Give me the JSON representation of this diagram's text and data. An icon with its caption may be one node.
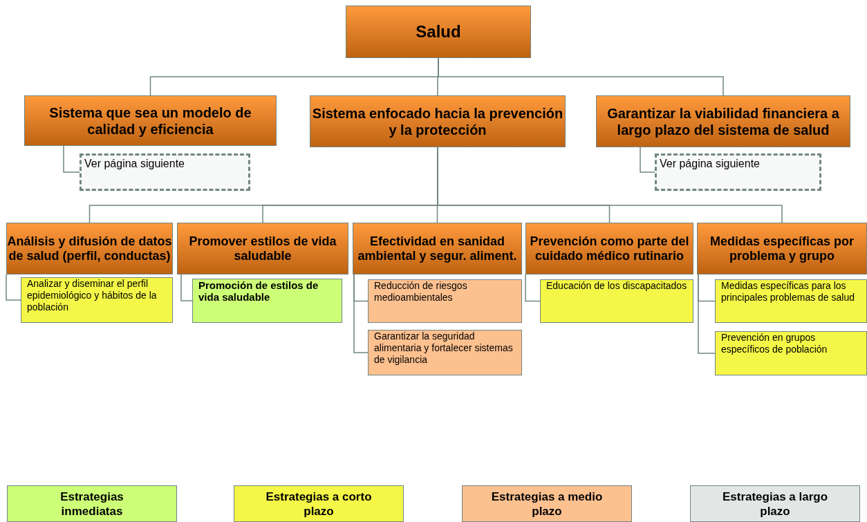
{
  "diagram": {
    "nodes": [
      {
        "text": [
          "Salud"
        ]
      },
      {
        "text": [
          "Sistema que sea un modelo de calidad y eficiencia"
        ]
      },
      {
        "text": [
          "Sistema enfocado hacia la prevención y la protección"
        ]
      },
      {
        "text": [
          "Garantizar la viabilidad financiera a largo plazo del sistema de salud"
        ]
      },
      {
        "text": [
          "Ver página siguiente"
        ]
      },
      {
        "text": [
          "Ver página siguiente"
        ]
      },
      {
        "text": [
          "Análisis y difusión de datos de salud (perfil, conductas)"
        ]
      },
      {
        "text": [
          "Promover estilos de vida saludable"
        ]
      },
      {
        "text": [
          "Efectividad en sanidad ambiental y segur. aliment."
        ]
      },
      {
        "text": [
          "Prevención como parte del cuidado médico rutinario"
        ]
      },
      {
        "text": [
          "Medidas específicas por problema y grupo"
        ]
      },
      {
        "text": [
          "Analizar y diseminar el perfil epidemiológico y hábitos de la población"
        ]
      },
      {
        "text": [
          "Promoción de estilos de vida saludable"
        ]
      },
      {
        "text": [
          "Reducción de riesgos medioambientales"
        ]
      },
      {
        "text": [
          "Garantizar la seguridad alimentaria y fortalecer sistemas de vigilancia"
        ]
      },
      {
        "text": [
          "Educación de los discapacitados"
        ]
      },
      {
        "text": [
          "Medidas específicas para los principales problemas de salud"
        ]
      },
      {
        "text": [
          "Prevención en grupos específicos de población"
        ]
      }
    ],
    "edges": [
      {
        "from": 0,
        "to": 1,
        "arrow": "none"
      },
      {
        "from": 0,
        "to": 2,
        "arrow": "none"
      },
      {
        "from": 0,
        "to": 3,
        "arrow": "none"
      },
      {
        "from": 1,
        "to": 4,
        "arrow": "none"
      },
      {
        "from": 3,
        "to": 5,
        "arrow": "none"
      },
      {
        "from": 2,
        "to": 6,
        "arrow": "none"
      },
      {
        "from": 2,
        "to": 7,
        "arrow": "none"
      },
      {
        "from": 2,
        "to": 8,
        "arrow": "none"
      },
      {
        "from": 2,
        "to": 9,
        "arrow": "none"
      },
      {
        "from": 2,
        "to": 10,
        "arrow": "none"
      },
      {
        "from": 6,
        "to": 11,
        "arrow": "none"
      },
      {
        "from": 7,
        "to": 12,
        "arrow": "none"
      },
      {
        "from": 8,
        "to": 13,
        "arrow": "none"
      },
      {
        "from": 8,
        "to": 14,
        "arrow": "none"
      },
      {
        "from": 9,
        "to": 15,
        "arrow": "none"
      },
      {
        "from": 10,
        "to": 16,
        "arrow": "none"
      },
      {
        "from": 10,
        "to": 17,
        "arrow": "none"
      }
    ],
    "legend": [
      {
        "text": "Estrategias inmediatas",
        "color": "#ccff77"
      },
      {
        "text": "Estrategias a corto plazo",
        "color": "#f4f747"
      },
      {
        "text": "Estrategias a medio plazo",
        "color": "#fdc08f"
      },
      {
        "text": "Estrategias a largo plazo",
        "color": "#e2e6e5"
      }
    ]
  }
}
